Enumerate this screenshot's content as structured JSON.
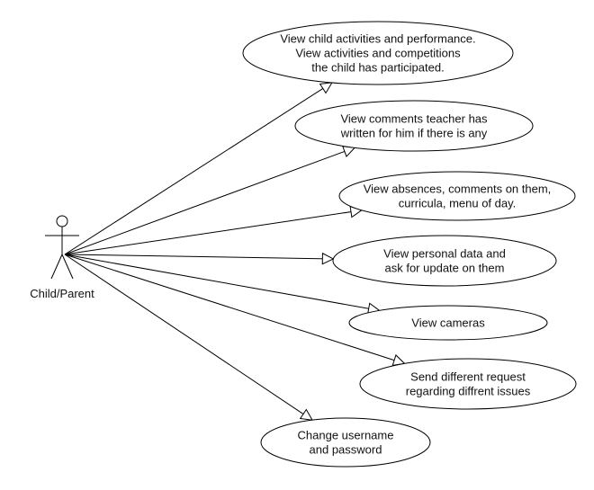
{
  "actor": {
    "label": "Child/Parent"
  },
  "use_cases": [
    {
      "id": "uc1",
      "lines": [
        "View child activities and performance.",
        "View activities and competitions",
        "the child has participated."
      ]
    },
    {
      "id": "uc2",
      "lines": [
        "View comments teacher has",
        "written for him if there is any"
      ]
    },
    {
      "id": "uc3",
      "lines": [
        "View absences, comments on them,",
        "curricula, menu of day."
      ]
    },
    {
      "id": "uc4",
      "lines": [
        "View personal data and",
        "ask for update on them"
      ]
    },
    {
      "id": "uc5",
      "lines": [
        "View cameras"
      ]
    },
    {
      "id": "uc6",
      "lines": [
        "Send different request",
        "regarding diffrent issues"
      ]
    },
    {
      "id": "uc7",
      "lines": [
        "Change username",
        "and password"
      ]
    }
  ]
}
